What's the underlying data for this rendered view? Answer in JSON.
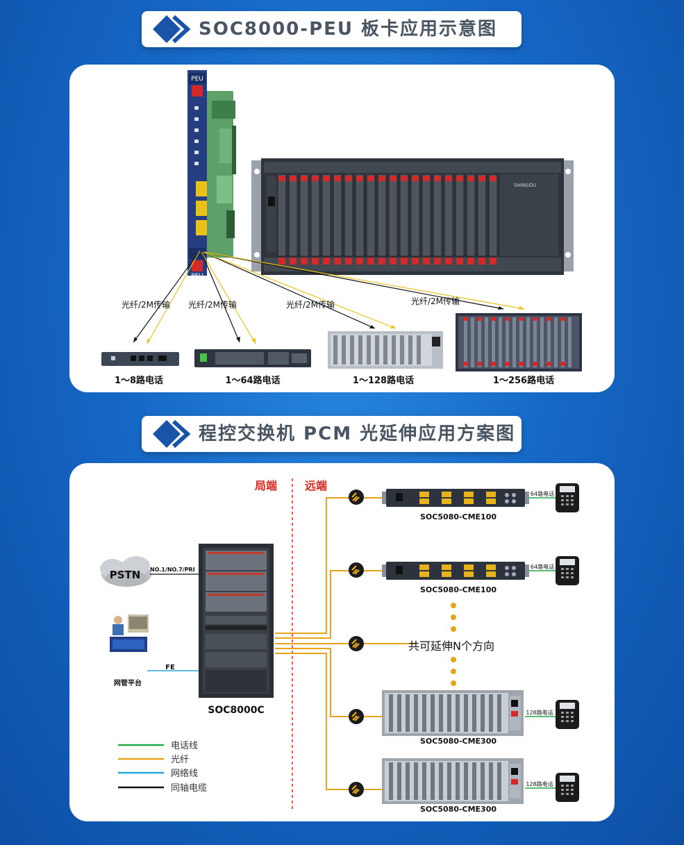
{
  "section1": {
    "title": "SOC8000-PEU 板卡应用示意图",
    "card_label_top": "PEU",
    "card_label_bottom": "PEU",
    "chassis_brand": "SHINSOU",
    "links": [
      "光纤/2M传输",
      "光纤/2M传输",
      "光纤/2M传输",
      "光纤/2M传输"
    ],
    "devices": [
      "1～8路电话",
      "1～64路电话",
      "1～128路电话",
      "1～256路电话"
    ]
  },
  "section2": {
    "title": "程控交换机 PCM 光延伸应用方案图",
    "local_label": "局端",
    "remote_label": "远端",
    "pstn": "PSTN",
    "pstn_link": "NO.1/NO.7/PRI",
    "mgmt_label": "网管平台",
    "fe_label": "FE",
    "core_label": "SOC8000C",
    "middle_text": "共可延伸N个方向",
    "remotes": [
      {
        "name": "SOC5080-CME100",
        "phones": "64路电话"
      },
      {
        "name": "SOC5080-CME100",
        "phones": "64路电话"
      },
      {
        "name": "SOC5080-CME300",
        "phones": "128路电话"
      },
      {
        "name": "SOC5080-CME300",
        "phones": "128路电话"
      }
    ],
    "legend": [
      "电话线",
      "光纤",
      "网络线",
      "同轴电缆"
    ],
    "colors": {
      "phone_line": "#21a849",
      "fiber": "#e8a317",
      "network": "#29a3dc",
      "coax": "#111111",
      "local_remote": "#d9261c"
    }
  }
}
